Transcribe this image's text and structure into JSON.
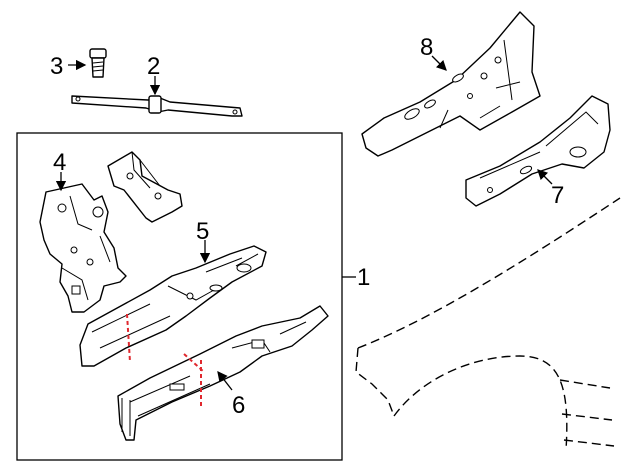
{
  "diagram": {
    "callouts": {
      "c1": "1",
      "c2": "2",
      "c3": "3",
      "c4": "4",
      "c5": "5",
      "c6": "6",
      "c7": "7",
      "c8": "8"
    },
    "colors": {
      "line": "#000000",
      "cut_line": "#e0282e",
      "background": "#ffffff"
    }
  }
}
